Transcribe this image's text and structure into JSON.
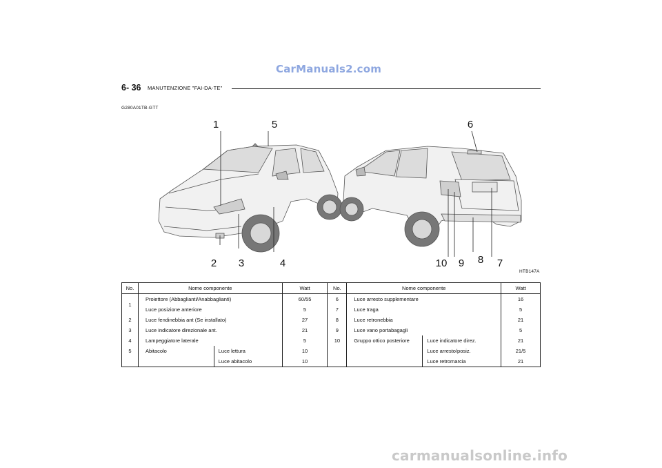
{
  "watermark_top": "CarManuals2.com",
  "header": {
    "page_number": "6- 36",
    "section": "MANUTENZIONE \"FAI-DA-TE\""
  },
  "doc_code": "G280A01TB-GTT",
  "figure": {
    "code": "HTB147A",
    "callouts": [
      "1",
      "5",
      "6",
      "2",
      "3",
      "4",
      "10",
      "9",
      "8",
      "7"
    ]
  },
  "table": {
    "headers": {
      "no": "No.",
      "component": "Nome componente",
      "watt": "Watt"
    },
    "left": [
      {
        "no": "1",
        "name": "Proiettore (Abbaglianti/Anabbaglianti)",
        "sub": "",
        "watt": "60/55"
      },
      {
        "no": "",
        "name": "Luce posizione anteriore",
        "sub": "",
        "watt": "5"
      },
      {
        "no": "2",
        "name": "Luce fendinebbia ant (Se installato)",
        "sub": "",
        "watt": "27"
      },
      {
        "no": "3",
        "name": "Luce indicatore direzionale ant.",
        "sub": "",
        "watt": "21"
      },
      {
        "no": "4",
        "name": "Lampeggiatore laterale",
        "sub": "",
        "watt": "5"
      },
      {
        "no": "5",
        "name": "Abitacolo",
        "sub": "Luce lettura",
        "watt": "10"
      },
      {
        "no": "",
        "name": "",
        "sub": "Luce abitacolo",
        "watt": "10"
      }
    ],
    "right": [
      {
        "no": "6",
        "name": "Luce arresto supplementare",
        "sub": "",
        "watt": "16"
      },
      {
        "no": "7",
        "name": "Luce traga",
        "sub": "",
        "watt": "5"
      },
      {
        "no": "8",
        "name": "Luce retronebbia",
        "sub": "",
        "watt": "21"
      },
      {
        "no": "9",
        "name": "Luce vano portabagagli",
        "sub": "",
        "watt": "5"
      },
      {
        "no": "10",
        "name": "Gruppo ottico posteriore",
        "sub": "Luce indicatore direz.",
        "watt": "21"
      },
      {
        "no": "",
        "name": "",
        "sub": "Luce arresto/posiz.",
        "watt": "21/5"
      },
      {
        "no": "",
        "name": "",
        "sub": "Luce retromarcia",
        "watt": "21"
      }
    ]
  },
  "watermark_bottom": "carmanualsonline.info"
}
